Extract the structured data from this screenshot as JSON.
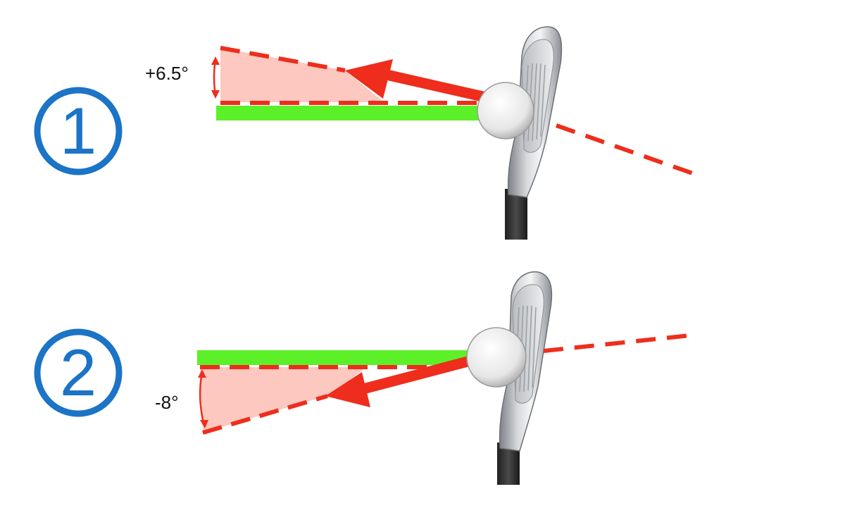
{
  "colors": {
    "target_line": "#5cf029",
    "path_red": "#ee2d1c",
    "wedge_fill": "#fcc8c0",
    "badge_blue": "#1b74c6"
  },
  "panels": [
    {
      "number": "1",
      "angle_label": "+6.5°"
    },
    {
      "number": "2",
      "angle_label": "-8°"
    }
  ],
  "icons": {
    "club": "golf-club-icon",
    "ball": "golf-ball-icon"
  }
}
